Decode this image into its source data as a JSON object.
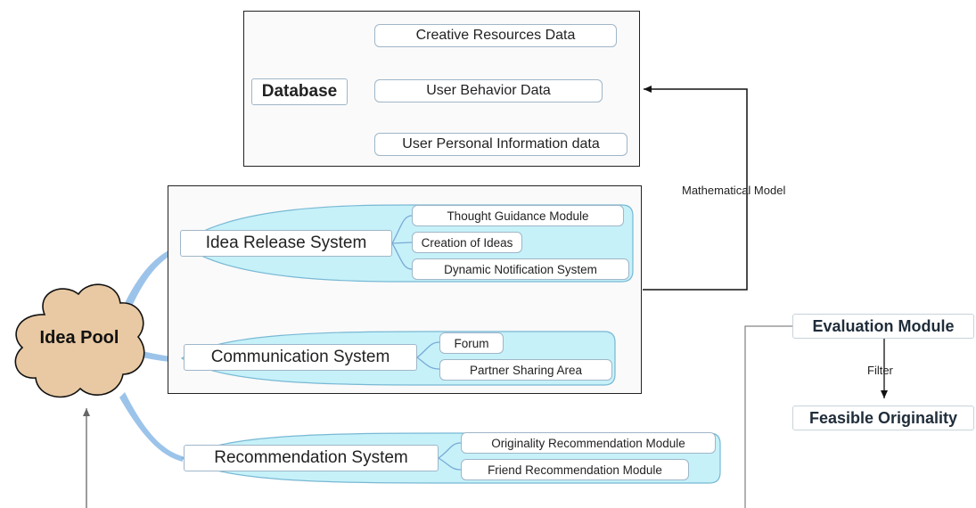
{
  "database": {
    "title": "Database",
    "items": [
      "Creative Resources Data",
      "User Behavior Data",
      "User Personal Information data"
    ]
  },
  "idea_pool": {
    "label": "Idea Pool"
  },
  "systems": [
    {
      "name": "Idea Release System",
      "modules": [
        "Thought Guidance Module",
        "Creation of Ideas",
        "Dynamic Notification System"
      ]
    },
    {
      "name": "Communication System",
      "modules": [
        "Forum",
        "Partner Sharing Area"
      ]
    },
    {
      "name": "Recommendation System",
      "modules": [
        "Originality Recommendation Module",
        "Friend Recommendation Module"
      ]
    }
  ],
  "connections": {
    "model_label": "Mathematical Model",
    "filter_label": "Filter"
  },
  "evaluation": {
    "module": "Evaluation Module",
    "result": "Feasible Originality"
  }
}
